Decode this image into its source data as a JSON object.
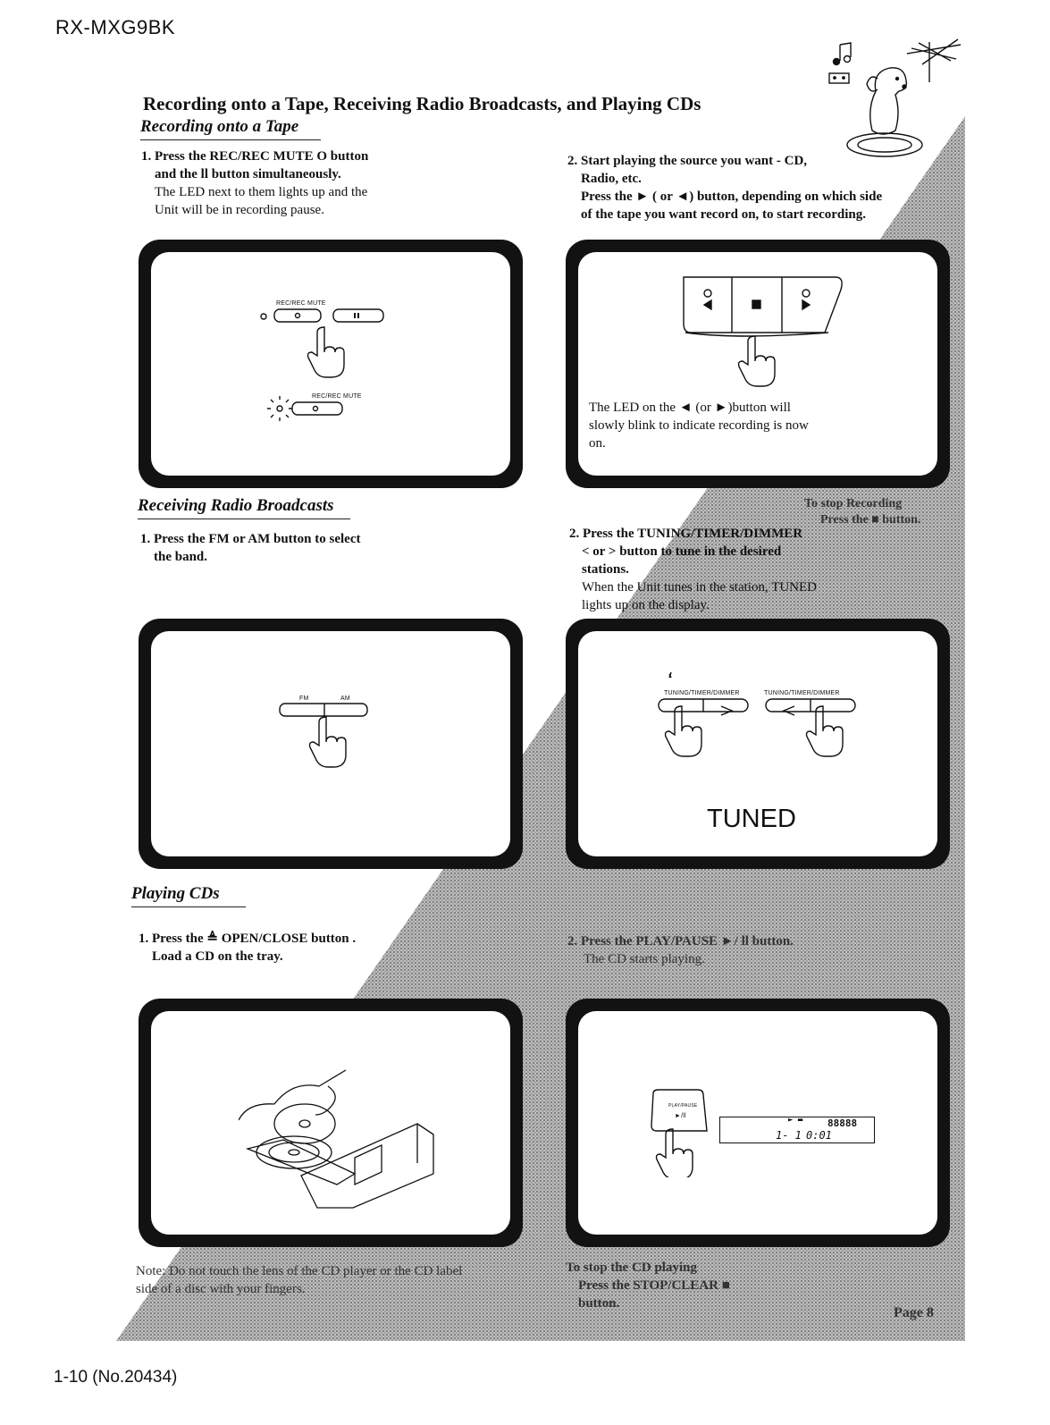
{
  "header": {
    "model": "RX-MXG9BK"
  },
  "page_title": "Recording onto a Tape, Receiving Radio Broadcasts, and Playing CDs",
  "sections": {
    "tape": {
      "title": "Recording onto a Tape",
      "step1_line1": "1. Press the REC/REC MUTE O button",
      "step1_line2": "and the ll button simultaneously.",
      "step1_line3": "The LED next to them lights up and  the",
      "step1_line4": "Unit will be in recording pause.",
      "step2_line1": "2. Start playing the source you want - CD,",
      "step2_line2": "Radio, etc.",
      "step2_line3": "Press the ► ( or ◄) button, depending on which side",
      "step2_line4": "of the tape you want record on, to start recording.",
      "panel1_label_top": "REC/REC MUTE",
      "panel1_label_bottom": "REC/REC MUTE",
      "panel2_led_line1": "The LED on the ◄ (or ►)button will",
      "panel2_led_line2": "slowly blink to indicate recording is now",
      "panel2_led_line3": "on.",
      "stop_line1": "To stop Recording",
      "stop_line2": "Press the ■ button."
    },
    "radio": {
      "title": "Receiving Radio Broadcasts",
      "step1_line1": "1. Press the FM or AM button to select",
      "step1_line2": "the band.",
      "step2_line1": "2. Press the TUNING/TIMER/DIMMER",
      "step2_line2": "< or > button to tune in the desired",
      "step2_line3": "stations.",
      "step2_line4": "When the Unit tunes in the station, TUNED",
      "step2_line5": "lights up on the display.",
      "fm_label": "FM",
      "am_label": "AM",
      "tuning_label_left": "TUNING/TIMER/DIMMER",
      "tuning_label_right": "TUNING/TIMER/DIMMER",
      "tuned_display": "TUNED"
    },
    "cd": {
      "title": "Playing CDs",
      "step1_line1": "1. Press the ≜ OPEN/CLOSE button .",
      "step1_line2": "Load a CD on the tray.",
      "step2_line1": "2. Press the PLAY/PAUSE ►/ ll button.",
      "step2_line2": "The CD starts playing.",
      "play_label": "PLAY/PAUSE",
      "play_symbol": "►/ll",
      "lcd_track": "1- 1",
      "lcd_time": "0:01",
      "lcd_digits": "88888",
      "stop_line1": "To stop the CD playing",
      "stop_line2": "Press the STOP/CLEAR ■",
      "stop_line3": "button.",
      "note_line1": "Note: Do not touch the lens of the CD player or the CD label",
      "note_line2": "side of a disc with your fingers."
    }
  },
  "page_number": "Page 8",
  "footer": {
    "doc_number": "1-10 (No.20434)"
  }
}
